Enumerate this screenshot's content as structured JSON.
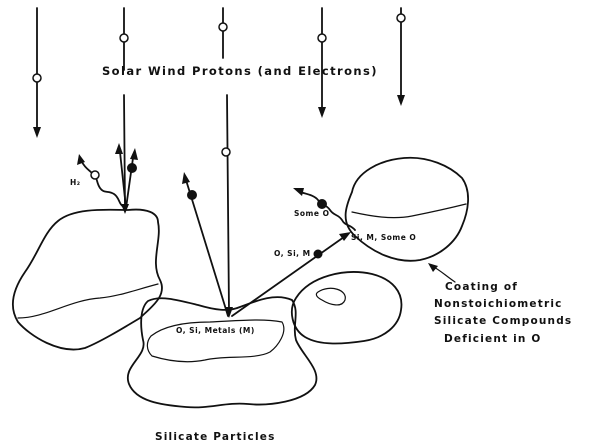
{
  "labels": {
    "protons_title": "Solar Wind Protons (and Electrons)",
    "h2": "H₂",
    "some_o": "Some O",
    "o_si_m": "O, Si, M",
    "si_m_some_o": "Si, M, Some O",
    "o_si_metals": "O, Si, Metals (M)",
    "coating_line1": "Coating of",
    "coating_line2": "Nonstoichiometric",
    "coating_line3": "Silicate Compounds",
    "coating_line4": "Deficient in O",
    "silicate_particles": "Silicate Particles"
  }
}
